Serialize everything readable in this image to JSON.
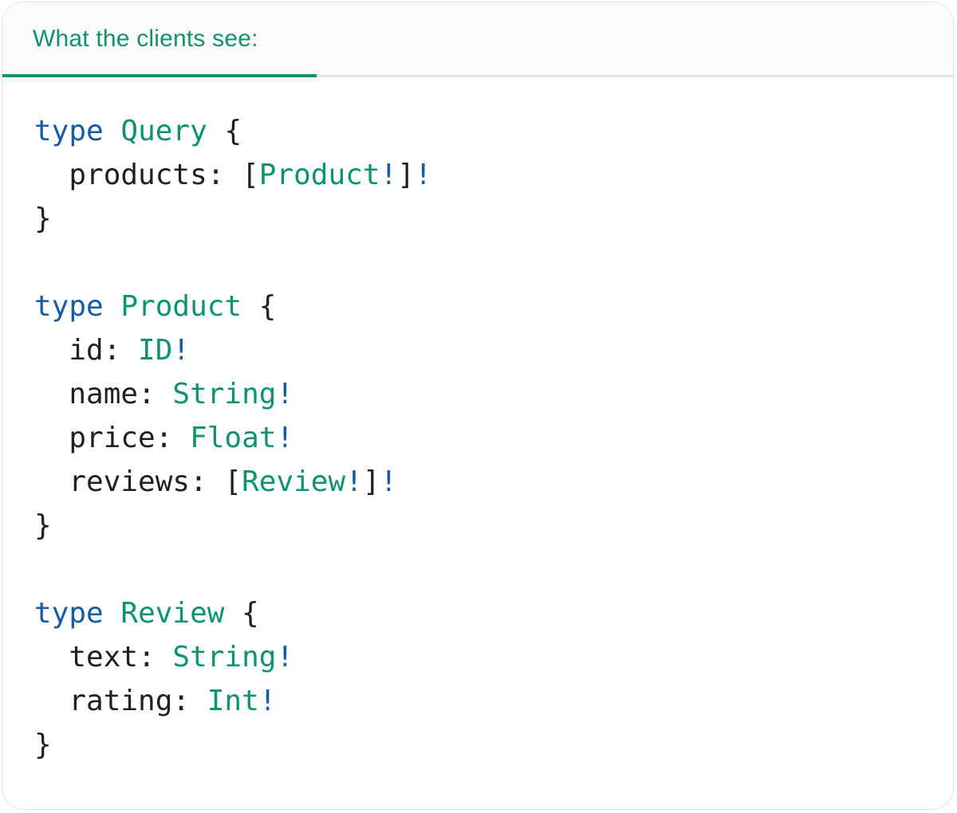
{
  "colors": {
    "keyword": "#165ba3",
    "bang": "#165ba3",
    "type_name": "#0e9372",
    "punctuation": "#1f2023",
    "plain": "#1f2023",
    "header_green": "#12916c",
    "tab_indicator": "#12916c",
    "tab_divider": "#e3e3e3",
    "tab_bg": "#fbfbfb",
    "card_bg": "#ffffff",
    "card_border": "#d9e6de"
  },
  "header": {
    "tab_label": "What the clients see:"
  },
  "code": {
    "language": "graphql-sdl",
    "text": "type Query {\n  products: [Product!]!\n}\n\ntype Product {\n  id: ID!\n  name: String!\n  price: Float!\n  reviews: [Review!]!\n}\n\ntype Review {\n  text: String!\n  rating: Int!\n}",
    "lines": [
      [
        {
          "t": "type",
          "c": "kw"
        },
        {
          "t": " ",
          "c": "plain"
        },
        {
          "t": "Query",
          "c": "type"
        },
        {
          "t": " {",
          "c": "plain"
        }
      ],
      [
        {
          "t": "  products: ",
          "c": "plain"
        },
        {
          "t": "[",
          "c": "punct"
        },
        {
          "t": "Product",
          "c": "type"
        },
        {
          "t": "!",
          "c": "bang"
        },
        {
          "t": "]",
          "c": "punct"
        },
        {
          "t": "!",
          "c": "bang"
        }
      ],
      [
        {
          "t": "}",
          "c": "plain"
        }
      ],
      [],
      [
        {
          "t": "type",
          "c": "kw"
        },
        {
          "t": " ",
          "c": "plain"
        },
        {
          "t": "Product",
          "c": "type"
        },
        {
          "t": " {",
          "c": "plain"
        }
      ],
      [
        {
          "t": "  id: ",
          "c": "plain"
        },
        {
          "t": "ID",
          "c": "type"
        },
        {
          "t": "!",
          "c": "bang"
        }
      ],
      [
        {
          "t": "  name: ",
          "c": "plain"
        },
        {
          "t": "String",
          "c": "type"
        },
        {
          "t": "!",
          "c": "bang"
        }
      ],
      [
        {
          "t": "  price: ",
          "c": "plain"
        },
        {
          "t": "Float",
          "c": "type"
        },
        {
          "t": "!",
          "c": "bang"
        }
      ],
      [
        {
          "t": "  reviews: ",
          "c": "plain"
        },
        {
          "t": "[",
          "c": "punct"
        },
        {
          "t": "Review",
          "c": "type"
        },
        {
          "t": "!",
          "c": "bang"
        },
        {
          "t": "]",
          "c": "punct"
        },
        {
          "t": "!",
          "c": "bang"
        }
      ],
      [
        {
          "t": "}",
          "c": "plain"
        }
      ],
      [],
      [
        {
          "t": "type",
          "c": "kw"
        },
        {
          "t": " ",
          "c": "plain"
        },
        {
          "t": "Review",
          "c": "type"
        },
        {
          "t": " {",
          "c": "plain"
        }
      ],
      [
        {
          "t": "  text: ",
          "c": "plain"
        },
        {
          "t": "String",
          "c": "type"
        },
        {
          "t": "!",
          "c": "bang"
        }
      ],
      [
        {
          "t": "  rating: ",
          "c": "plain"
        },
        {
          "t": "Int",
          "c": "type"
        },
        {
          "t": "!",
          "c": "bang"
        }
      ],
      [
        {
          "t": "}",
          "c": "plain"
        }
      ]
    ]
  }
}
